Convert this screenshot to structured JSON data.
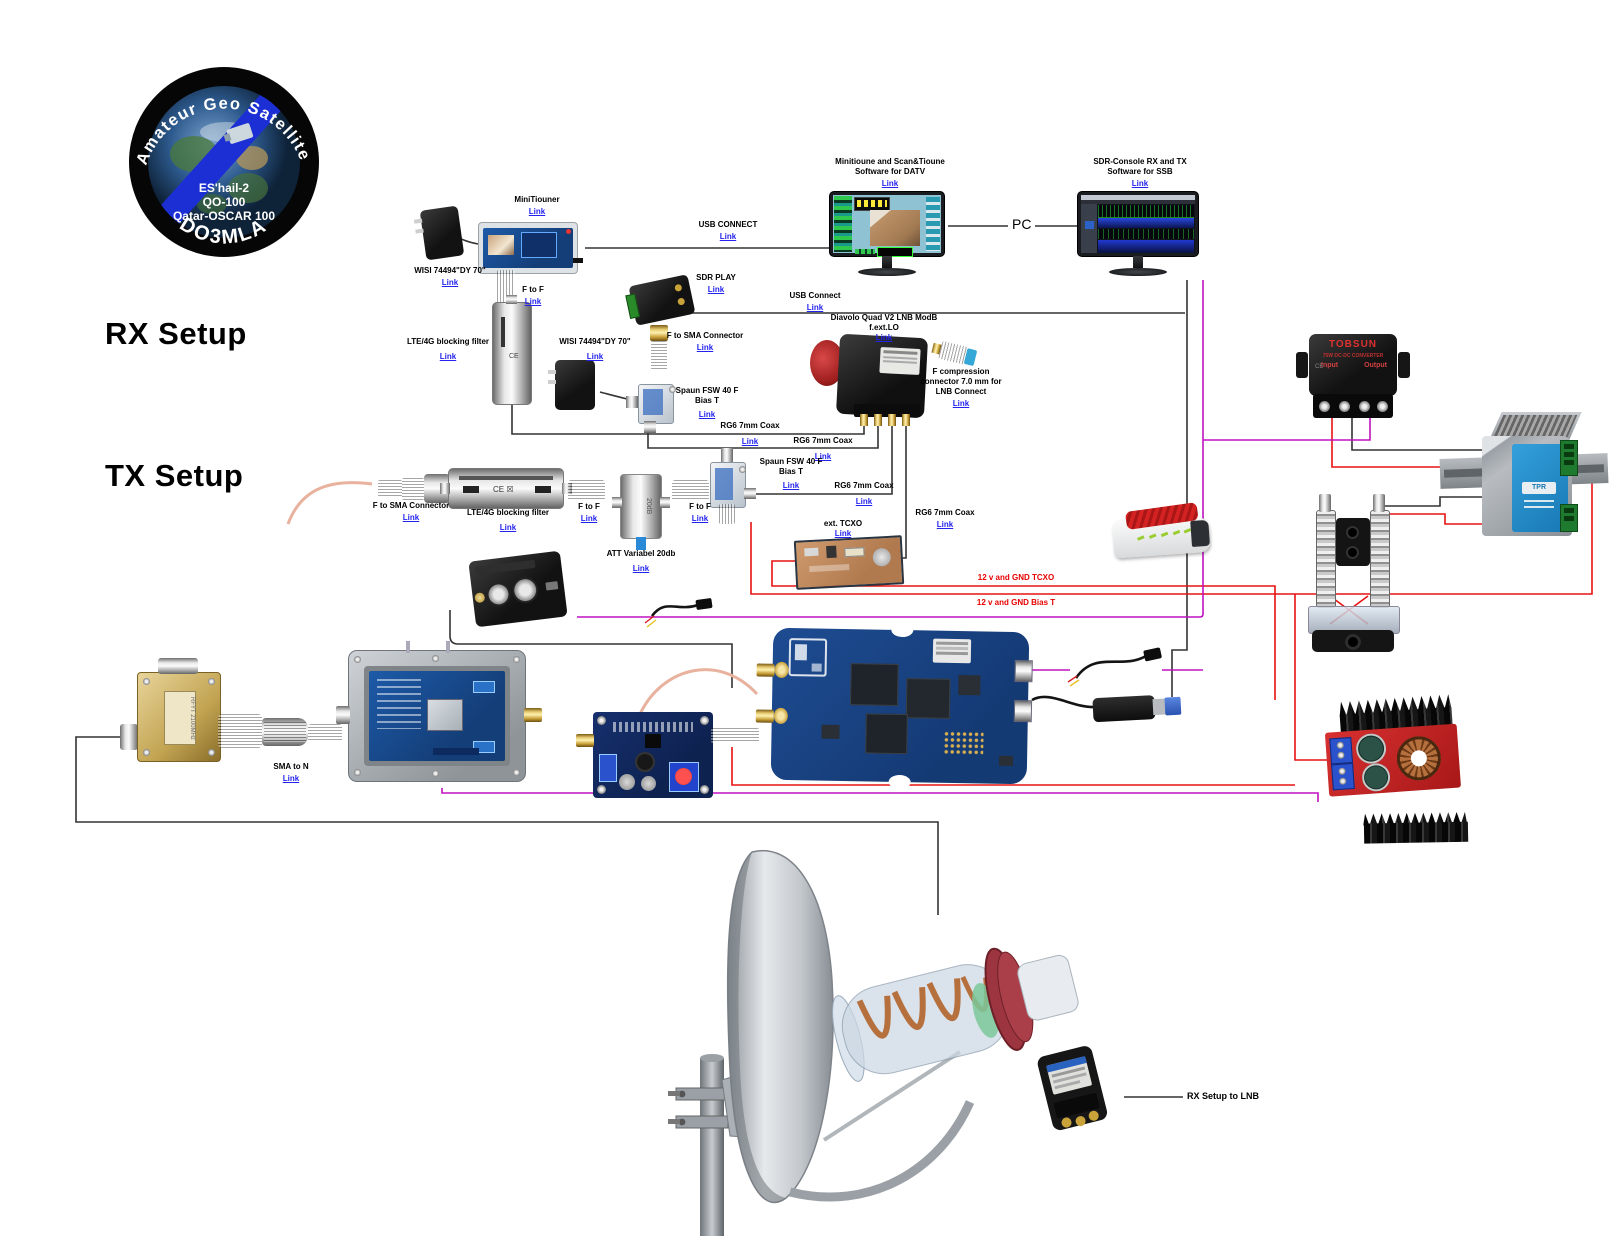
{
  "logo": {
    "arc_top": "Amateur Geo Satellite",
    "line1": "ES'hail-2",
    "line2": "QO-100",
    "line3": "Qatar-OSCAR 100",
    "arc_bottom": "DO3MLA"
  },
  "headings": {
    "rx": "RX Setup",
    "tx": "TX Setup"
  },
  "labels": {
    "minitiouner": {
      "text": "MiniTiouner",
      "link": "Link"
    },
    "wisi_rx1": {
      "text": "WISI 74494\"DY 70\"",
      "link": "Link"
    },
    "f_to_f_rx": {
      "text": "F to F",
      "link": "Link"
    },
    "lte_rx": {
      "text": "LTE/4G blocking filter",
      "link": "Link"
    },
    "wisi_rx2": {
      "text": "WISI 74494\"DY 70\"",
      "link": "Link"
    },
    "sdrplay": {
      "text": "SDR PLAY",
      "link": "Link"
    },
    "f_to_sma_rx": {
      "text": "F to SMA Connector",
      "link": "Link"
    },
    "spaun_rx": {
      "text": "Spaun FSW 40 F Bias T",
      "link": "Link"
    },
    "usb_connect_rx": {
      "text": "USB CONNECT",
      "link": "Link"
    },
    "datv_sw": {
      "text": "Minitioune and Scan&Tioune Software for DATV",
      "link": "Link"
    },
    "pc": {
      "text": "PC"
    },
    "ssb_sw": {
      "text": "SDR-Console RX and TX Software for SSB",
      "link": "Link"
    },
    "usb_connect_sdr": {
      "text": "USB Connect",
      "link": "Link"
    },
    "diavolo": {
      "text": "Diavolo Quad V2 LNB ModB f.ext.LO",
      "link": "Link"
    },
    "f_comp": {
      "text": "F compression connector 7.0 mm for LNB Connect",
      "link": "Link"
    },
    "rg6_a": {
      "text": "RG6 7mm Coax",
      "link": "Link"
    },
    "rg6_b": {
      "text": "RG6 7mm Coax",
      "link": "Link"
    },
    "rg6_c": {
      "text": "RG6 7mm Coax",
      "link": "Link"
    },
    "rg6_d": {
      "text": "RG6 7mm Coax",
      "link": "Link"
    },
    "f_to_sma_tx": {
      "text": "F to SMA Connector",
      "link": "Link"
    },
    "lte_tx": {
      "text": "LTE/4G blocking filter",
      "link": "Link"
    },
    "f_to_f_tx1": {
      "text": "F to F",
      "link": "Link"
    },
    "att": {
      "text": "ATT Variabel 20db",
      "link": "Link"
    },
    "f_to_f_tx2": {
      "text": "F to F",
      "link": "Link"
    },
    "spaun_tx": {
      "text": "Spaun FSW 40 F Bias T",
      "link": "Link"
    },
    "ext_tcxo": {
      "text": "ext. TCXO",
      "link": "Link"
    },
    "tcxo_12v": {
      "text": "12 v and GND TCXO"
    },
    "biast_12v": {
      "text": "12 v and GND Bias T"
    },
    "sma_to_n": {
      "text": "SMA to N",
      "link": "Link"
    },
    "rx_to_lnb": {
      "text": "RX Setup to LNB"
    }
  },
  "devices": {
    "tobsun": {
      "brand": "TOBSUN",
      "line1": "75W DC-DC CONVERTER",
      "input": "Input",
      "output": "Output"
    }
  },
  "colors": {
    "link": "#2323ee",
    "wire_signal": "#333333",
    "wire_power": "#e81212",
    "wire_aux": "#c011c0"
  }
}
